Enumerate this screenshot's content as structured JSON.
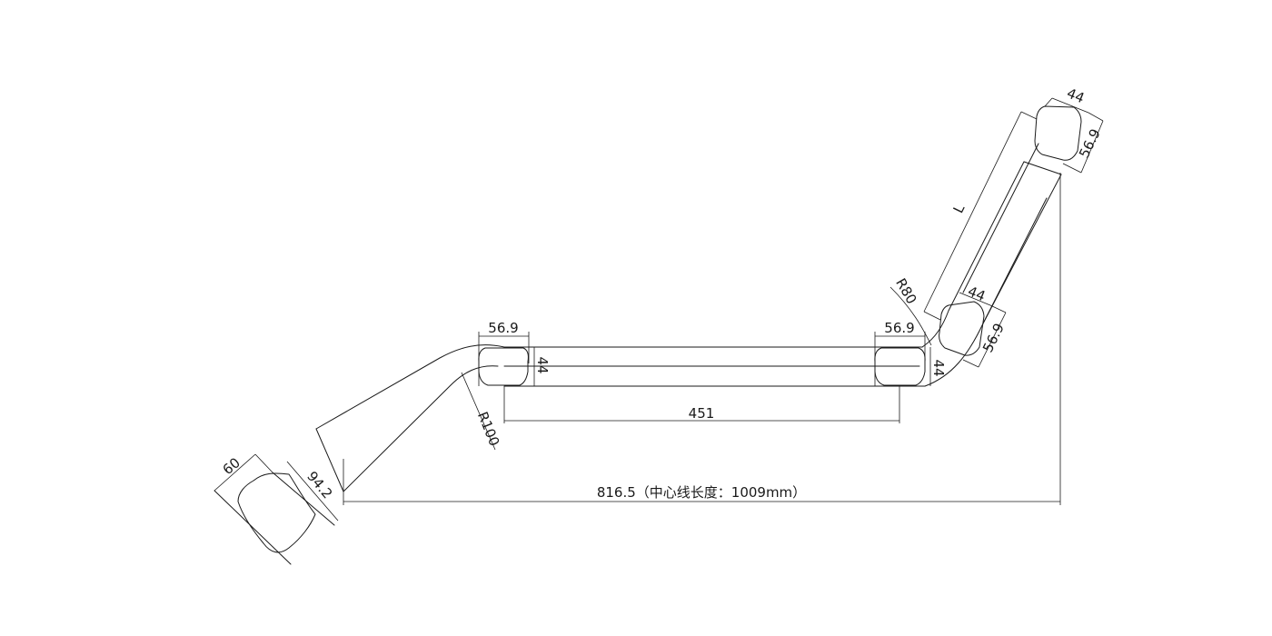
{
  "dimensions": {
    "width_left": "56.9",
    "height_left": "44",
    "width_right": "56.9",
    "height_right": "44",
    "straight_length": "451",
    "overall_length": "816.5（中心线长度：1009mm）",
    "bend_radius_left": "R100",
    "bend_radius_right": "R80",
    "section_low_44": "44",
    "section_low_569": "56.9",
    "section_top_44": "44",
    "section_top_569": "56.9",
    "length_label": "L",
    "end_60": "60",
    "end_942": "94.2"
  }
}
